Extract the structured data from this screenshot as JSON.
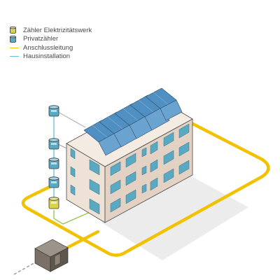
{
  "legend": {
    "items": [
      {
        "label": "Zähler Elektrizitätswerk",
        "symbol": "utility-meter-icon",
        "color": "#c9c43a"
      },
      {
        "label": "Privatzähler",
        "symbol": "private-meter-icon",
        "color": "#58a9c4"
      },
      {
        "label": "Anschlussleitung",
        "symbol": "connection-line",
        "color": "#f2c200"
      },
      {
        "label": "Hausinstallation",
        "symbol": "house-installation-line",
        "color": "#5fc0dc"
      }
    ]
  },
  "colors": {
    "connection_line": "#f2c200",
    "house_installation": "#5fc0dc",
    "meter_connection": "#8fc63f",
    "building_front": "#f0e3d8",
    "building_side": "#e4d4c6",
    "building_roof": "#f5ece4",
    "building_shadow": "#ededed",
    "window": "#5aa9c2",
    "solar_panel": "#4f8fc2",
    "substation": "#6b625a"
  }
}
